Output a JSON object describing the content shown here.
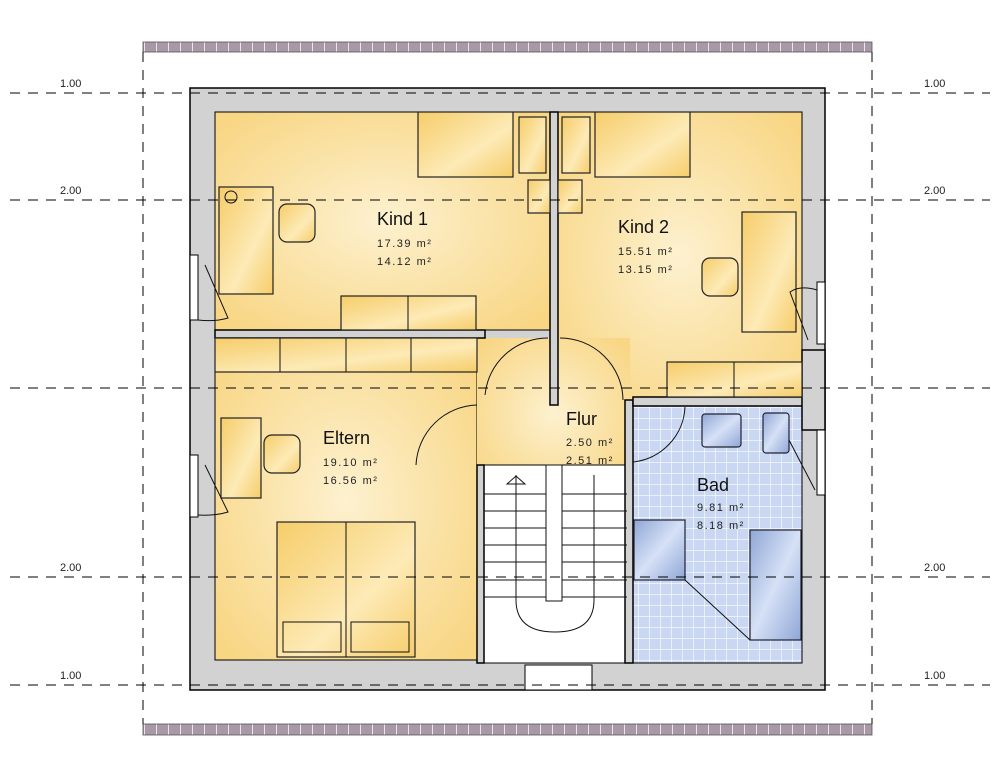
{
  "plan": {
    "dimensions": {
      "left": [
        "1.00",
        "2.00",
        "2.00",
        "1.00"
      ],
      "right": [
        "1.00",
        "2.00",
        "2.00",
        "1.00"
      ]
    },
    "rooms": [
      {
        "name": "Kind 1",
        "area_total": "17.39 m²",
        "area_living": "14.12 m²"
      },
      {
        "name": "Kind 2",
        "area_total": "15.51 m²",
        "area_living": "13.15 m²"
      },
      {
        "name": "Eltern",
        "area_total": "19.10 m²",
        "area_living": "16.56 m²"
      },
      {
        "name": "Flur",
        "area_total": "2.50 m²",
        "area_living": "2.51 m²"
      },
      {
        "name": "Bad",
        "area_total": "9.81 m²",
        "area_living": "8.18 m²"
      }
    ],
    "colors": {
      "floor": "#f9d98a",
      "floor_light": "#fdf0cc",
      "wall": "#d2d2d2",
      "tile": "#c9d7f2",
      "roof_strip": "#a898a8"
    }
  }
}
